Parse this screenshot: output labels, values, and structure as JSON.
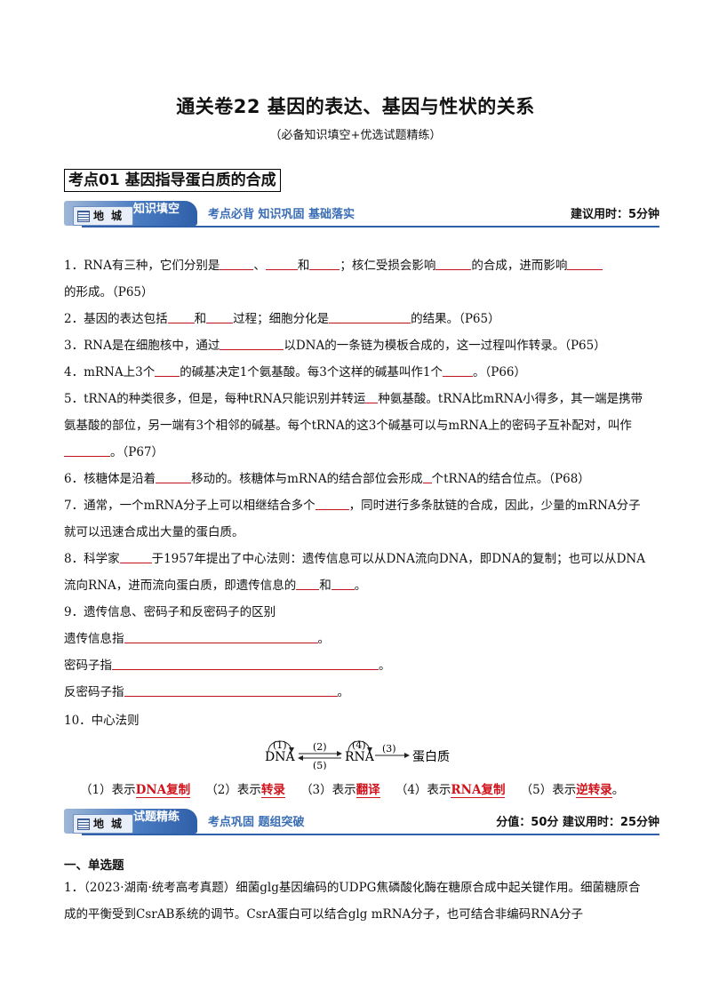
{
  "doc": {
    "title": "通关卷22  基因的表达、基因与性状的关系",
    "subtitle": "（必备知识填空+优选试题精练）",
    "section_heading": "考点01   基因指导蛋白质的合成"
  },
  "banner1": {
    "chip_text": "地城",
    "ribbon_label": "知识填空",
    "slogan": "考点必背  知识巩固  基础落实",
    "time": "建议用时：5分钟"
  },
  "banner2": {
    "chip_text": "地城",
    "ribbon_label": "试题精练",
    "slogan": "考点巩固  题组突破",
    "time": "分值：50分    建议用时：25分钟"
  },
  "questions": {
    "q1": [
      "1．RNA有三种，它们分别是",
      "、",
      "和",
      "；核仁受损会影响",
      "的合成，进而影响",
      "的形成。（P65）"
    ],
    "q2": [
      "2．基因的表达包括",
      "和",
      "过程；细胞分化是",
      "的结果。（P65）"
    ],
    "q3": [
      "3．RNA是在细胞核中，通过",
      "以DNA的一条链为模板合成的，这一过程叫作转录。（P65）"
    ],
    "q4": [
      "4．mRNA上3个",
      "的碱基决定1个氨基酸。每3个这样的碱基叫作1个",
      "。（P66）"
    ],
    "q5": [
      "5．tRNA的种类很多，但是，每种tRNA只能识别并转运",
      "种氨基酸。tRNA比mRNA小得多，其一端是携带氨基酸的部位，另一端有3个相邻的碱基。每个tRNA的这3个碱基可以与mRNA上的密码子互补配对，叫作",
      "。（P67）"
    ],
    "q6": [
      "6．核糖体是沿着",
      "移动的。核糖体与mRNA的结合部位会形成",
      "个tRNA的结合位点。（P68）"
    ],
    "q7": [
      "7．通常，一个mRNA分子上可以相继结合多个",
      "，同时进行多条肽链的合成，因此，少量的mRNA分子就可以迅速合成出大量的蛋白质。"
    ],
    "q8": [
      "8．科学家",
      "于1957年提出了中心法则：遗传信息可以从DNA流向DNA，即DNA的复制；也可以从DNA流向RNA，进而流向蛋白质，即遗传信息的",
      "和",
      "。"
    ],
    "q9_title": "9．遗传信息、密码子和反密码子的区别",
    "q9_a": [
      "遗传信息指",
      "。"
    ],
    "q9_b": [
      "密码子指",
      "。"
    ],
    "q9_c": [
      "反密码子指",
      "。"
    ],
    "q10_title": "10．中心法则"
  },
  "diagram": {
    "dna": "DNA",
    "rna": "RNA",
    "protein": "蛋白质",
    "n1": "(1)",
    "n2": "(2)",
    "n3": "(3)",
    "n4": "(4)",
    "n5": "(5)"
  },
  "answers": {
    "a1_pre": "（1）表示",
    "a1": "DNA复制",
    "a2_pre": "（2）表示",
    "a2": "转录",
    "a3_pre": "（3）表示",
    "a3": "翻译",
    "a4_pre": "（4）表示",
    "a4": "RNA复制",
    "a5_pre": "（5）表示",
    "a5": "逆转录",
    "end": "。"
  },
  "mcq": {
    "heading": "一、单选题",
    "q1": "1．（2023·湖南·统考高考真题）细菌glg基因编码的UDPG焦磷酸化酶在糖原合成中起关键作用。细菌糖原合成的平衡受到CsrAB系统的调节。CsrA蛋白可以结合glg mRNA分子，也可结合非编码RNA分子"
  }
}
